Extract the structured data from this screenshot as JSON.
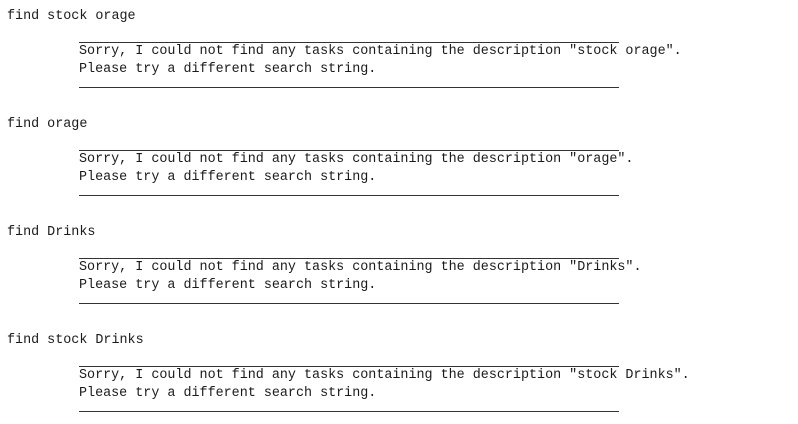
{
  "entries": [
    {
      "command": "find stock orage",
      "line1": "Sorry, I could not find any tasks containing the description \"stock orage\".",
      "line2": "Please try a different search string."
    },
    {
      "command": "find orage",
      "line1": "Sorry, I could not find any tasks containing the description \"orage\".",
      "line2": "Please try a different search string."
    },
    {
      "command": "find Drinks",
      "line1": "Sorry, I could not find any tasks containing the description \"Drinks\".",
      "line2": "Please try a different search string."
    },
    {
      "command": "find stock Drinks",
      "line1": "Sorry, I could not find any tasks containing the description \"stock Drinks\".",
      "line2": "Please try a different search string."
    }
  ]
}
